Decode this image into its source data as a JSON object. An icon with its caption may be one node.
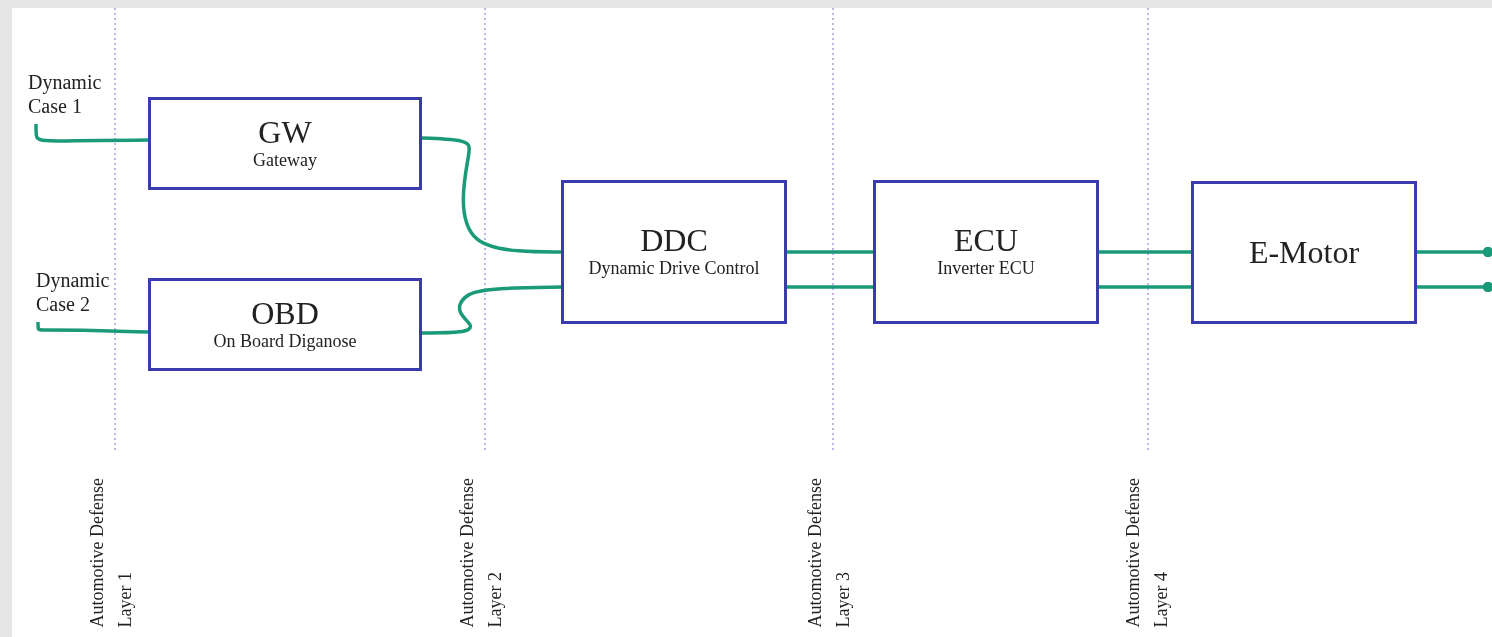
{
  "diagram": {
    "nodes": [
      {
        "text": [
          "Dynamic Case 1"
        ]
      },
      {
        "text": [
          "Dynamic Case 2"
        ]
      },
      {
        "text": [
          "GW",
          "Gateway"
        ]
      },
      {
        "text": [
          "OBD",
          "On Board Diganose"
        ]
      },
      {
        "text": [
          "DDC",
          "Dynamic Drive Control"
        ]
      },
      {
        "text": [
          "ECU",
          "Inverter ECU"
        ]
      },
      {
        "text": [
          "E-Motor"
        ]
      }
    ],
    "edges": [
      {
        "from": 0,
        "to": 2,
        "arrow": "none"
      },
      {
        "from": 2,
        "to": 4,
        "arrow": "none"
      },
      {
        "from": 4,
        "to": 5,
        "arrow": "none"
      },
      {
        "from": 5,
        "to": 6,
        "arrow": "none"
      },
      {
        "from": 6,
        "to": null,
        "arrow": "other"
      },
      {
        "from": 1,
        "to": 3,
        "arrow": "none"
      },
      {
        "from": 3,
        "to": 4,
        "arrow": "none"
      },
      {
        "from": 4,
        "to": 5,
        "arrow": "none"
      },
      {
        "from": 5,
        "to": 6,
        "arrow": "none"
      },
      {
        "from": 6,
        "to": null,
        "arrow": "other"
      }
    ],
    "labels": [
      "Automotive Defense Layer 1",
      "Automotive Defense Layer 2",
      "Automotive Defense Layer 3",
      "Automotive Defense Layer 4"
    ]
  }
}
